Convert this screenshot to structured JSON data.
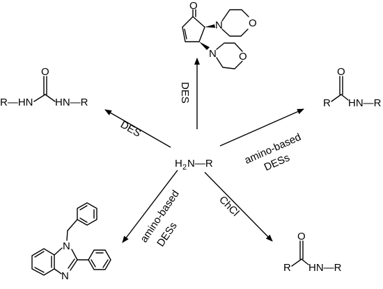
{
  "center": {
    "main": "H",
    "subscript": "2",
    "rest": "N—R"
  },
  "arrow_labels": {
    "up": "DES",
    "left": "DES",
    "right_line1": "amino-based",
    "right_line2": "DESs",
    "lowleft_line1": "amino-based",
    "lowleft_line2": "DESs",
    "lowright": "ChCl"
  },
  "products": {
    "cyclopentenone": {
      "oxygen": "O",
      "nitrogen_1": "N",
      "oxygen_1": "O",
      "nitrogen_2": "N",
      "oxygen_2": "O"
    },
    "urea": {
      "left": "R—HN",
      "right": "HN—R",
      "oxygen": "O"
    },
    "amide_top": {
      "r": "R",
      "right": "HN—R",
      "oxygen": "O"
    },
    "amide_bottom": {
      "r": "R",
      "right": "HN—R",
      "oxygen": "O"
    },
    "benzimidazole": {
      "n1": "N",
      "n3": "N"
    }
  }
}
